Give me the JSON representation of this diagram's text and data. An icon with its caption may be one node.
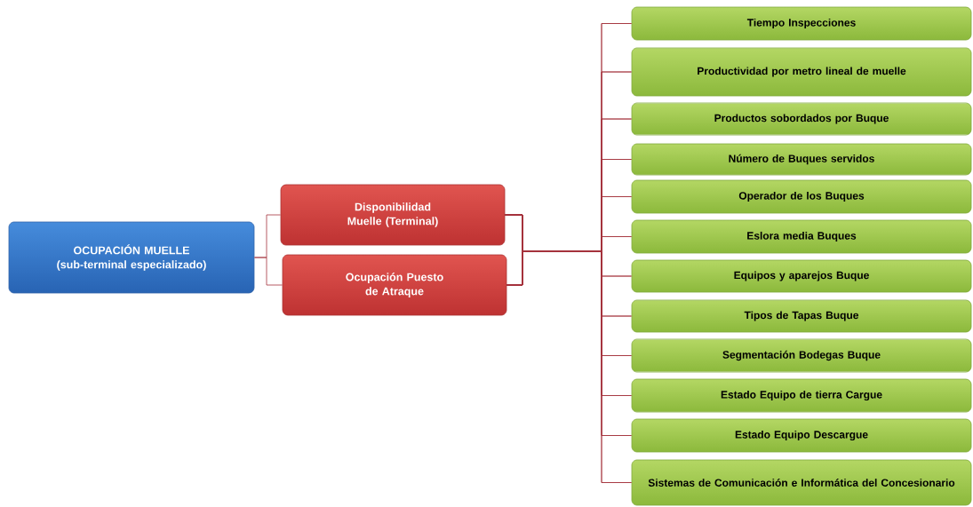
{
  "diagram": {
    "nodes": [
      {
        "text": [
          "OCUPACIÓN MUELLE (sub-terminal especializado)"
        ]
      },
      {
        "text": [
          "Disponibilidad Muelle (Terminal)"
        ]
      },
      {
        "text": [
          "Ocupación Puesto de Atraque"
        ]
      },
      {
        "text": [
          "Tiempo Inspecciones"
        ]
      },
      {
        "text": [
          "Productividad por metro lineal de muelle"
        ]
      },
      {
        "text": [
          "Productos sobordados por Buque"
        ]
      },
      {
        "text": [
          "Número de Buques servidos"
        ]
      },
      {
        "text": [
          "Operador de los Buques"
        ]
      },
      {
        "text": [
          "Eslora media Buques"
        ]
      },
      {
        "text": [
          "Equipos y aparejos Buque"
        ]
      },
      {
        "text": [
          "Tipos de Tapas Buque"
        ]
      },
      {
        "text": [
          "Segmentación Bodegas Buque"
        ]
      },
      {
        "text": [
          "Estado Equipo de tierra Cargue"
        ]
      },
      {
        "text": [
          "Estado Equipo Descargue"
        ]
      },
      {
        "text": [
          "Sistemas de Comunicación e Informática del Concesionario"
        ]
      }
    ],
    "edges": [
      {
        "from": 0,
        "to": 1,
        "arrow": "none"
      },
      {
        "from": 0,
        "to": 2,
        "arrow": "none"
      },
      {
        "from": 1,
        "to": 3,
        "arrow": "none"
      },
      {
        "from": 2,
        "to": 3,
        "arrow": "none"
      },
      {
        "from": 1,
        "to": 4,
        "arrow": "none"
      },
      {
        "from": 2,
        "to": 4,
        "arrow": "none"
      },
      {
        "from": 1,
        "to": 5,
        "arrow": "none"
      },
      {
        "from": 2,
        "to": 5,
        "arrow": "none"
      },
      {
        "from": 1,
        "to": 6,
        "arrow": "none"
      },
      {
        "from": 2,
        "to": 6,
        "arrow": "none"
      },
      {
        "from": 1,
        "to": 7,
        "arrow": "none"
      },
      {
        "from": 2,
        "to": 7,
        "arrow": "none"
      },
      {
        "from": 1,
        "to": 8,
        "arrow": "none"
      },
      {
        "from": 2,
        "to": 8,
        "arrow": "none"
      },
      {
        "from": 1,
        "to": 9,
        "arrow": "none"
      },
      {
        "from": 2,
        "to": 9,
        "arrow": "none"
      },
      {
        "from": 1,
        "to": 10,
        "arrow": "none"
      },
      {
        "from": 2,
        "to": 10,
        "arrow": "none"
      },
      {
        "from": 1,
        "to": 11,
        "arrow": "none"
      },
      {
        "from": 2,
        "to": 11,
        "arrow": "none"
      },
      {
        "from": 1,
        "to": 12,
        "arrow": "none"
      },
      {
        "from": 2,
        "to": 12,
        "arrow": "none"
      },
      {
        "from": 1,
        "to": 13,
        "arrow": "none"
      },
      {
        "from": 2,
        "to": 13,
        "arrow": "none"
      },
      {
        "from": 1,
        "to": 14,
        "arrow": "none"
      },
      {
        "from": 2,
        "to": 14,
        "arrow": "none"
      }
    ]
  }
}
